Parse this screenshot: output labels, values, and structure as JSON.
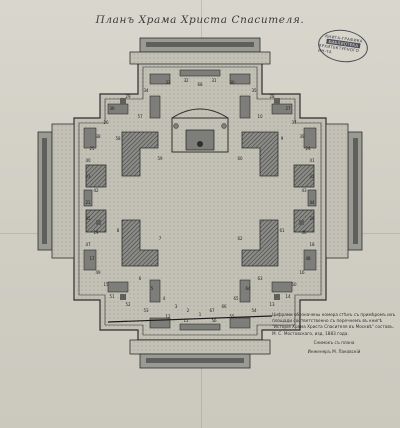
{
  "title": "Планъ Храма Христа Спасителя.",
  "stamp": {
    "line1": "КНИГА-ГРАФИКА",
    "line2": "БИБЛИОТЕКА",
    "line3": "АРХИТЕКТУРНОГО ИН-ТА"
  },
  "legend": {
    "paragraph": "Цифрами обозначены номера стѣнъ съ примѣромъ ихъ площади соответственно съ перечнемъ въ книгѣ \"Исторiя Храма Христа Спасителя въ Москвѣ\" составъ. М. С. Мостовскаго, изд. 1883 года.",
    "line1": "Снимокъ съ плана",
    "line2": "Инженеръ М. Лаковскій"
  },
  "room_labels": [
    "33",
    "32",
    "31",
    "30",
    "34",
    "35",
    "29",
    "28",
    "36",
    "27",
    "26",
    "37",
    "38",
    "39",
    "25",
    "24",
    "40",
    "41",
    "23",
    "22",
    "42",
    "43",
    "21",
    "44",
    "45",
    "20",
    "19",
    "46",
    "47",
    "18",
    "17",
    "48",
    "49",
    "16",
    "15",
    "50",
    "51",
    "14",
    "52",
    "13",
    "53",
    "54",
    "12",
    "55",
    "11",
    "56",
    "57",
    "10",
    "58",
    "9",
    "59",
    "60",
    "8",
    "61",
    "7",
    "62",
    "6",
    "63",
    "5",
    "64",
    "4",
    "65",
    "3",
    "66",
    "2",
    "67",
    "1",
    "68"
  ],
  "colors": {
    "wall": "#7d7d79",
    "wall_stroke": "#2e2e2c",
    "floor": "#c6c4ba",
    "paper": "#d4d2c8",
    "ink": "#3a3a38"
  }
}
